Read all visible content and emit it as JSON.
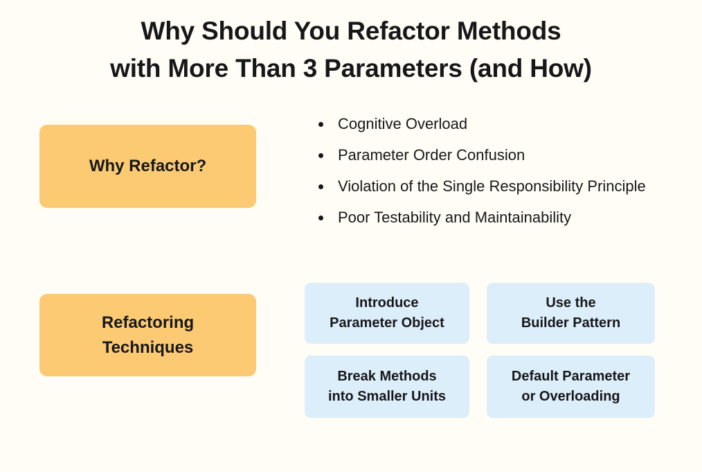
{
  "colors": {
    "background": "#fffdf5",
    "text": "#17171a",
    "orange_box": "#fbca72",
    "blue_box": "#dceefa"
  },
  "title": {
    "line1": "Why Should You Refactor Methods",
    "line2": "with More Than 3 Parameters (and How)"
  },
  "sections": {
    "why": {
      "label": "Why Refactor?",
      "bullets": [
        "Cognitive Overload",
        "Parameter Order Confusion",
        "Violation of the Single Responsibility Principle",
        "Poor Testability and Maintainability"
      ]
    },
    "techniques": {
      "label": "Refactoring\nTechniques",
      "cards": [
        "Introduce\nParameter Object",
        "Use the\nBuilder Pattern",
        "Break Methods\ninto Smaller Units",
        "Default Parameter\nor Overloading"
      ]
    }
  }
}
